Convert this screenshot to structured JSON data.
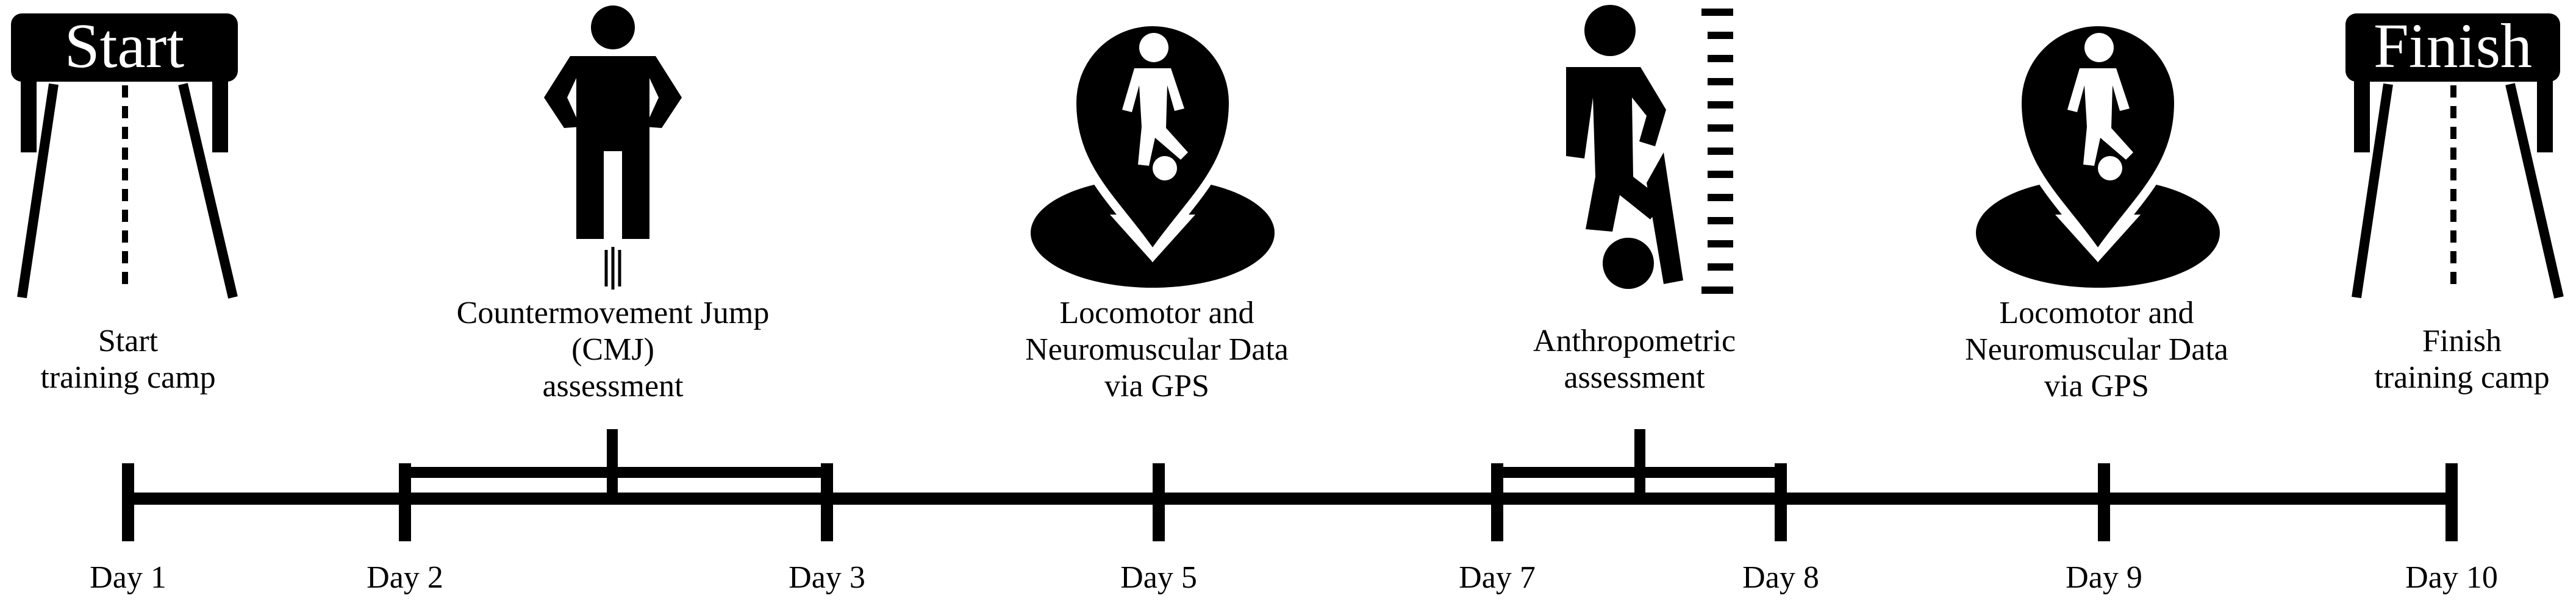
{
  "signs": {
    "start": "Start",
    "finish": "Finish"
  },
  "captions": {
    "start": [
      "Start",
      "training camp"
    ],
    "cmj": [
      "Countermovement Jump",
      "(CMJ)",
      "assessment"
    ],
    "gps1": [
      "Locomotor and",
      "Neuromuscular Data",
      "via GPS"
    ],
    "anthro": [
      "Anthropometric",
      "assessment"
    ],
    "gps2": [
      "Locomotor and",
      "Neuromuscular Data",
      "via GPS"
    ],
    "finish": [
      "Finish",
      "training camp"
    ]
  },
  "days": [
    "Day 1",
    "Day 2",
    "Day 3",
    "Day 5",
    "Day 7",
    "Day 8",
    "Day 9",
    "Day 10"
  ],
  "icons": [
    "start-gate-icon",
    "jumping-person-icon",
    "location-pin-footballer-icon",
    "footballer-height-scale-icon",
    "location-pin-footballer-icon",
    "finish-gate-icon"
  ],
  "colors": {
    "ink": "#000000",
    "background": "#ffffff"
  }
}
